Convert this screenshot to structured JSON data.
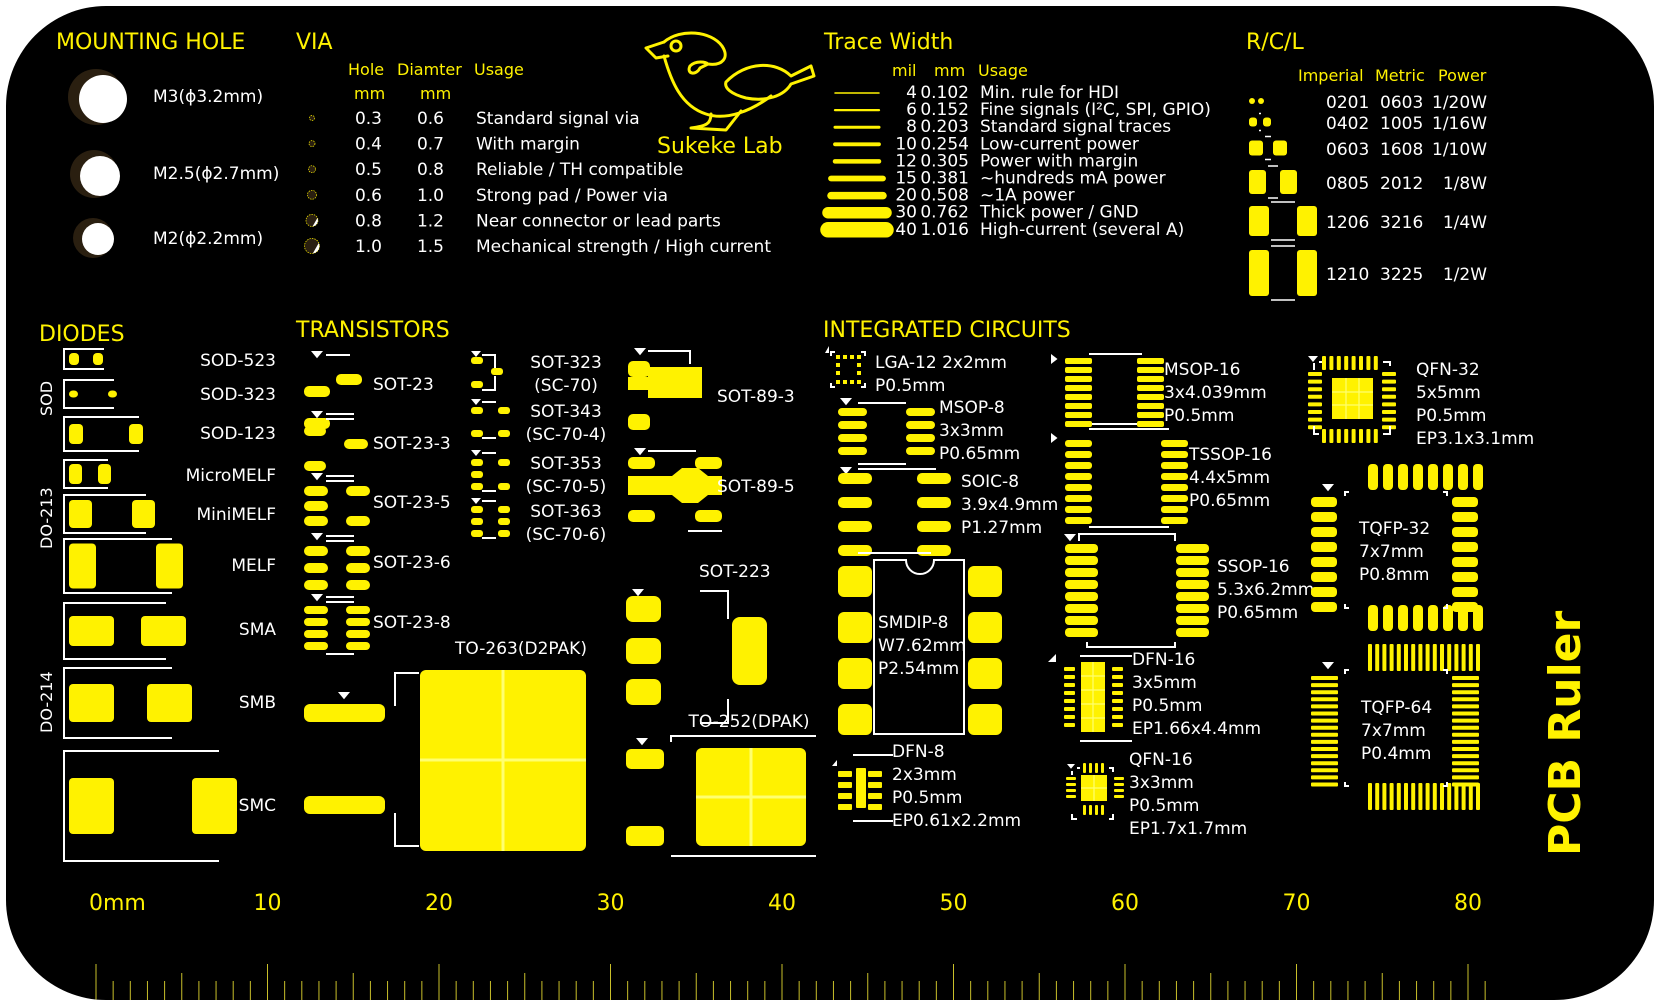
{
  "title": "PCB Ruler",
  "brand": {
    "name": "Sukeke Lab",
    "logo_icon": "bird-icon"
  },
  "colors": {
    "board": "#000000",
    "copper": "#fff200",
    "silk": "#ffffff"
  },
  "mounting_hole": {
    "heading": "MOUNTING HOLE",
    "items": [
      {
        "label": "M3(ϕ3.2mm)"
      },
      {
        "label": "M2.5(ϕ2.7mm)"
      },
      {
        "label": "M2(ϕ2.2mm)"
      }
    ]
  },
  "via": {
    "heading": "VIA",
    "columns": {
      "hole": "Hole",
      "diameter": "Diamter",
      "usage": "Usage",
      "unit": "mm"
    },
    "rows": [
      {
        "hole": "0.3",
        "diameter": "0.6",
        "usage": "Standard signal via"
      },
      {
        "hole": "0.4",
        "diameter": "0.7",
        "usage": "With margin"
      },
      {
        "hole": "0.5",
        "diameter": "0.8",
        "usage": "Reliable / TH compatible"
      },
      {
        "hole": "0.6",
        "diameter": "1.0",
        "usage": "Strong pad / Power via"
      },
      {
        "hole": "0.8",
        "diameter": "1.2",
        "usage": "Near connector or lead parts"
      },
      {
        "hole": "1.0",
        "diameter": "1.5",
        "usage": "Mechanical strength / High current"
      }
    ]
  },
  "trace_width": {
    "heading": "Trace Width",
    "columns": {
      "mil": "mil",
      "mm": "mm",
      "usage": "Usage"
    },
    "rows": [
      {
        "mil": "4",
        "mm": "0.102",
        "usage": "Min. rule for HDI"
      },
      {
        "mil": "6",
        "mm": "0.152",
        "usage": "Fine signals (I²C, SPI, GPIO)"
      },
      {
        "mil": "8",
        "mm": "0.203",
        "usage": "Standard signal traces"
      },
      {
        "mil": "10",
        "mm": "0.254",
        "usage": "Low-current power"
      },
      {
        "mil": "12",
        "mm": "0.305",
        "usage": "Power with margin"
      },
      {
        "mil": "15",
        "mm": "0.381",
        "usage": "~hundreds mA power"
      },
      {
        "mil": "20",
        "mm": "0.508",
        "usage": "~1A power"
      },
      {
        "mil": "30",
        "mm": "0.762",
        "usage": "Thick power / GND"
      },
      {
        "mil": "40",
        "mm": "1.016",
        "usage": "High-current (several A)"
      }
    ]
  },
  "rcl": {
    "heading": "R/C/L",
    "columns": {
      "imperial": "Imperial",
      "metric": "Metric",
      "power": "Power"
    },
    "rows": [
      {
        "imperial": "0201",
        "metric": "0603",
        "power": "1/20W"
      },
      {
        "imperial": "0402",
        "metric": "1005",
        "power": "1/16W"
      },
      {
        "imperial": "0603",
        "metric": "1608",
        "power": "1/10W"
      },
      {
        "imperial": "0805",
        "metric": "2012",
        "power": "1/8W"
      },
      {
        "imperial": "1206",
        "metric": "3216",
        "power": "1/4W"
      },
      {
        "imperial": "1210",
        "metric": "3225",
        "power": "1/2W"
      }
    ]
  },
  "diodes": {
    "heading": "DIODES",
    "groups": [
      "SOD",
      "DO-213",
      "DO-214"
    ],
    "items": [
      "SOD-523",
      "SOD-323",
      "SOD-123",
      "MicroMELF",
      "MiniMELF",
      "MELF",
      "SMA",
      "SMB",
      "SMC"
    ]
  },
  "transistors": {
    "heading": "TRANSISTORS",
    "items": [
      "SOT-23",
      "SOT-23-3",
      "SOT-23-5",
      "SOT-23-6",
      "SOT-23-8"
    ],
    "sc70": [
      {
        "name": "SOT-323",
        "alt": "(SC-70)"
      },
      {
        "name": "SOT-343",
        "alt": "(SC-70-4)"
      },
      {
        "name": "SOT-353",
        "alt": "(SC-70-5)"
      },
      {
        "name": "SOT-363",
        "alt": "(SC-70-6)"
      }
    ],
    "power": [
      "SOT-89-3",
      "SOT-89-5",
      "SOT-223",
      "TO-263(D2PAK)",
      "TO-252(DPAK)"
    ]
  },
  "ics": {
    "heading": "INTEGRATED CIRCUITS",
    "items": [
      {
        "id": "lga12",
        "lines": [
          "LGA-12 2x2mm",
          "P0.5mm"
        ]
      },
      {
        "id": "msop8",
        "lines": [
          "MSOP-8",
          "3x3mm",
          "P0.65mm"
        ]
      },
      {
        "id": "soic8",
        "lines": [
          "SOIC-8",
          "3.9x4.9mm",
          "P1.27mm"
        ]
      },
      {
        "id": "smdip8",
        "lines": [
          "SMDIP-8",
          "W7.62mm",
          "P2.54mm"
        ]
      },
      {
        "id": "dfn8",
        "lines": [
          "DFN-8",
          "2x3mm",
          "P0.5mm",
          "EP0.61x2.2mm"
        ]
      },
      {
        "id": "msop16",
        "lines": [
          "MSOP-16",
          "3x4.039mm",
          "P0.5mm"
        ]
      },
      {
        "id": "tssop16",
        "lines": [
          "TSSOP-16",
          "4.4x5mm",
          "P0.65mm"
        ]
      },
      {
        "id": "ssop16",
        "lines": [
          "SSOP-16",
          "5.3x6.2mm",
          "P0.65mm"
        ]
      },
      {
        "id": "dfn16",
        "lines": [
          "DFN-16",
          "3x5mm",
          "P0.5mm",
          "EP1.66x4.4mm"
        ]
      },
      {
        "id": "qfn16",
        "lines": [
          "QFN-16",
          "3x3mm",
          "P0.5mm",
          "EP1.7x1.7mm"
        ]
      },
      {
        "id": "qfn32",
        "lines": [
          "QFN-32",
          "5x5mm",
          "P0.5mm",
          "EP3.1x3.1mm"
        ]
      },
      {
        "id": "tqfp32",
        "lines": [
          "TQFP-32",
          "7x7mm",
          "P0.8mm"
        ]
      },
      {
        "id": "tqfp64",
        "lines": [
          "TQFP-64",
          "7x7mm",
          "P0.4mm"
        ]
      }
    ]
  },
  "ruler": {
    "unit_label": "0mm",
    "major_labels": [
      "10",
      "20",
      "30",
      "40",
      "50",
      "60",
      "70",
      "80"
    ],
    "range_mm": [
      0,
      81
    ],
    "minor_step_mm": 1
  }
}
